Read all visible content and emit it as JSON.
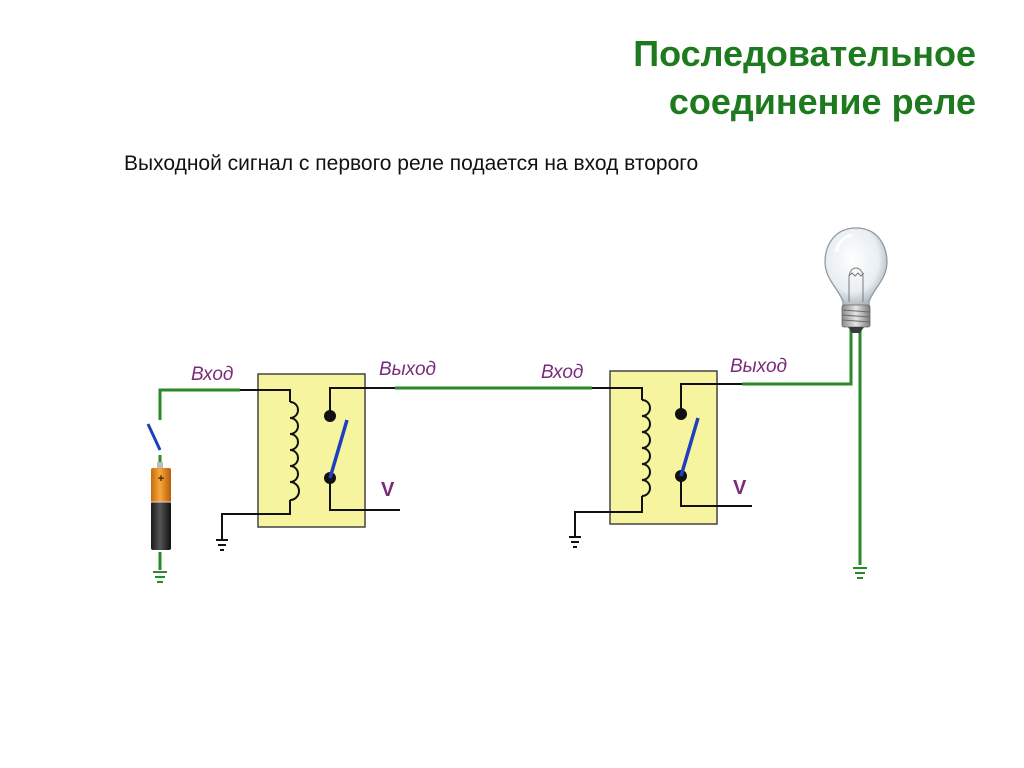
{
  "title": {
    "line1": "Последовательное",
    "line2": "соединение реле"
  },
  "subtitle": "Выходной сигнал с первого реле подается на вход второго",
  "relay1": {
    "input_label": "Вход",
    "output_label": "Выход",
    "v_label": "V"
  },
  "relay2": {
    "input_label": "Вход",
    "output_label": "Выход",
    "v_label": "V"
  },
  "battery": {
    "plus_label": "+"
  },
  "colors": {
    "title": "#1e7a1e",
    "wire": "#2a8a2a",
    "relay_fill": "#f7f4a0",
    "label": "#7a2a7a",
    "switch_blade": "#1f3fbf"
  }
}
